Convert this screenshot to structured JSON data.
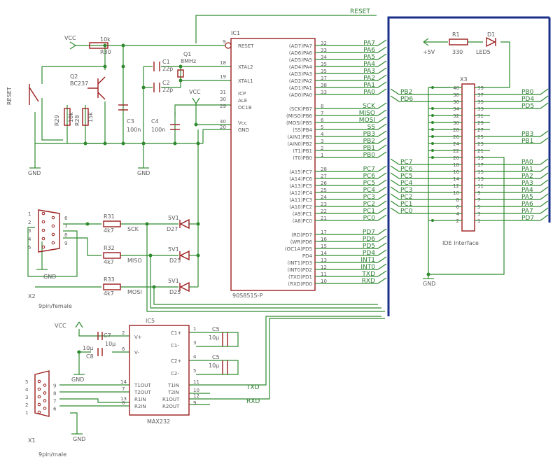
{
  "texts": {
    "reset_net": "RESET",
    "vcc_top": "VCC",
    "r30_val": "10k",
    "r30_name": "R30",
    "ic1_name": "IC1",
    "reset_pin": "RESET",
    "xtal2": "XTAL2",
    "xtal1": "XTAL1",
    "icp": "ICP",
    "ale": "ALE",
    "oc1b": "OC1B",
    "vcc_pin": "Vcc",
    "gnd_pin": "GND",
    "c1": "C1",
    "c1_val": "22p",
    "c2": "C2",
    "c2_val": "22p",
    "q1": "Q1",
    "q1_val": "8MHz",
    "vcc_mid": "VCC",
    "reset_btn": "RESET",
    "q2": "Q2",
    "q2_val": "BC237",
    "r29": "R29",
    "r29_val": "10k",
    "r28": "R28",
    "r28_val": "15k",
    "c3": "C3",
    "c3_val": "100n",
    "c4": "C4",
    "c4_val": "100n",
    "gnd1": "GND",
    "gnd2": "GND",
    "mcu_part": "90S8515-P",
    "r1": "R1",
    "r1_val": "330",
    "d1": "D1",
    "d1_val": "LED5",
    "plus5v": "+5V",
    "x3": "X3",
    "ide_label": "IDE Interface",
    "gnd3": "GND",
    "r31": "R31",
    "r31_val": "4k7",
    "r32": "R32",
    "r32_val": "4k7",
    "r33": "R33",
    "r33_val": "4k7",
    "sck": "SCK",
    "miso": "MISO",
    "mosi": "MOSI",
    "d27": "D27",
    "d27_val": "5V1",
    "d25a": "D25",
    "d25a_val": "5V1",
    "d25b": "D25",
    "d25b_val": "5V1",
    "x2": "X2",
    "x2_desc": "9pin/female",
    "gnd_x2": "GND",
    "ic5": "IC5",
    "max232": "MAX232",
    "vcc_low": "VCC",
    "c7": "C7",
    "c7_val": "10µ",
    "c8": "C8",
    "c8_val": "10µ",
    "c5a": "C5",
    "c5a_val": "10µ",
    "c5b": "C5",
    "c5b_val": "10µ",
    "gnd_c8": "GND",
    "x1": "X1",
    "x1_desc": "9pin/male",
    "gnd_x1": "GND",
    "txd_net": "TXD",
    "rxd_net": "RXD",
    "vplus": "V+",
    "vminus": "V-",
    "c1plus": "C1+",
    "c1minus": "C1-",
    "c2plus": "C2+",
    "c2minus": "C2-",
    "t1out": "T1OUT",
    "t2out": "T2OUT",
    "r1in": "R1IN",
    "r2in": "R2IN",
    "t1in": "T1IN",
    "t2in": "T2IN",
    "r1out": "R1OUT",
    "r2out": "R2OUT",
    "pin_9": "9",
    "pin_18": "18",
    "pin_19": "19",
    "pin_31": "31",
    "pin_30": "30",
    "pin_29": "29",
    "pin_40": "40",
    "pin_20": "20",
    "ic5_p2": "2",
    "ic5_p6": "6",
    "ic5_p1": "1",
    "ic5_p3": "3",
    "ic5_p4": "4",
    "ic5_p5": "5",
    "ic5_p14": "14",
    "ic5_p7": "7",
    "ic5_p13": "13",
    "ic5_p8": "8",
    "ic5_p11": "11",
    "ic5_p10": "10",
    "ic5_p12": "12",
    "ic5_p9": "9"
  },
  "mcu_right_pins": [
    {
      "label": "(AD7)PA7",
      "num": "32",
      "net": "PA7"
    },
    {
      "label": "(AD6)PA6",
      "num": "33",
      "net": "PA6"
    },
    {
      "label": "(AD5)PA5",
      "num": "34",
      "net": "PA5"
    },
    {
      "label": "(AD4)PA4",
      "num": "35",
      "net": "PA4"
    },
    {
      "label": "(AD3)PA3",
      "num": "35",
      "net": "PA3"
    },
    {
      "label": "(AD2)PA2",
      "num": "37",
      "net": "PA2"
    },
    {
      "label": "(AD1)PA1",
      "num": "38",
      "net": "PA1"
    },
    {
      "label": "(AD0)PA0",
      "num": "33",
      "net": "PA0"
    },
    {
      "label": "(SCK)PB7",
      "num": "8",
      "net": "SCK"
    },
    {
      "label": "(MISO)PB6",
      "num": "7",
      "net": "MISO"
    },
    {
      "label": "(MOSI)PB5",
      "num": "6",
      "net": "MOSI"
    },
    {
      "label": "(SS)PB4",
      "num": "5",
      "net": "SS"
    },
    {
      "label": "(AIN1)PB3",
      "num": "4",
      "net": "PB3"
    },
    {
      "label": "(AIN0)PB2",
      "num": "3",
      "net": "PB2"
    },
    {
      "label": "(T1)PB1",
      "num": "2",
      "net": "PB1"
    },
    {
      "label": "(T0)PB0",
      "num": "1",
      "net": "PB0"
    },
    {
      "label": "(A15)PC7",
      "num": "28",
      "net": "PC7"
    },
    {
      "label": "(A14)PC6",
      "num": "27",
      "net": "PC6"
    },
    {
      "label": "(A13)PC5",
      "num": "26",
      "net": "PC5"
    },
    {
      "label": "(A12)PC4",
      "num": "25",
      "net": "PC4"
    },
    {
      "label": "(A11)PC3",
      "num": "24",
      "net": "PC3"
    },
    {
      "label": "(A10)PC2",
      "num": "23",
      "net": "PC2"
    },
    {
      "label": "(A9)PC1",
      "num": "22",
      "net": "PC1"
    },
    {
      "label": "(A8)PC0",
      "num": "21",
      "net": "PC0"
    },
    {
      "label": "(RD)PD7",
      "num": "17",
      "net": "PD7"
    },
    {
      "label": "(WR)PD6",
      "num": "16",
      "net": "PD6"
    },
    {
      "label": "(OC1A)PD5",
      "num": "15",
      "net": "PD5"
    },
    {
      "label": "PD4",
      "num": "14",
      "net": "PD4"
    },
    {
      "label": "(INT1)PD3",
      "num": "13",
      "net": "INT1"
    },
    {
      "label": "(INT0)PD2",
      "num": "12",
      "net": "INT0"
    },
    {
      "label": "(TXD)PD1",
      "num": "11",
      "net": "TXD"
    },
    {
      "label": "(RXD)PD0",
      "num": "10",
      "net": "RXD"
    }
  ],
  "ide_rows": [
    {
      "left_net": "",
      "lpin": "40",
      "rpin": "39",
      "right_net": ""
    },
    {
      "left_net": "PB2",
      "lpin": "38",
      "rpin": "37",
      "right_net": "PB0"
    },
    {
      "left_net": "PD6",
      "lpin": "36",
      "rpin": "35",
      "right_net": "PD4"
    },
    {
      "left_net": "",
      "lpin": "34",
      "rpin": "33",
      "right_net": "PD5"
    },
    {
      "left_net": "",
      "lpin": "32",
      "rpin": "31",
      "right_net": ""
    },
    {
      "left_net": "",
      "lpin": "30",
      "rpin": "29",
      "right_net": ""
    },
    {
      "left_net": "",
      "lpin": "28",
      "rpin": "27",
      "right_net": ""
    },
    {
      "left_net": "",
      "lpin": "26",
      "rpin": "25",
      "right_net": "PB3"
    },
    {
      "left_net": "",
      "lpin": "24",
      "rpin": "23",
      "right_net": "PB1"
    },
    {
      "left_net": "",
      "lpin": "22",
      "rpin": "21",
      "right_net": ""
    },
    {
      "left_net": "",
      "lpin": "20",
      "rpin": "19",
      "right_net": ""
    },
    {
      "left_net": "PC7",
      "lpin": "18",
      "rpin": "17",
      "right_net": "PA0"
    },
    {
      "left_net": "PC6",
      "lpin": "16",
      "rpin": "15",
      "right_net": "PA1"
    },
    {
      "left_net": "PC5",
      "lpin": "14",
      "rpin": "13",
      "right_net": "PA2"
    },
    {
      "left_net": "PC4",
      "lpin": "12",
      "rpin": "11",
      "right_net": "PA3"
    },
    {
      "left_net": "PC3",
      "lpin": "10",
      "rpin": "9",
      "right_net": "PA4"
    },
    {
      "left_net": "PC2",
      "lpin": "8",
      "rpin": "7",
      "right_net": "PA5"
    },
    {
      "left_net": "PC1",
      "lpin": "6",
      "rpin": "5",
      "right_net": "PA6"
    },
    {
      "left_net": "PC0",
      "lpin": "4",
      "rpin": "3",
      "right_net": "PA7"
    },
    {
      "left_net": "",
      "lpin": "2",
      "rpin": "1",
      "right_net": "PD7"
    }
  ],
  "x2_pins": [
    "1",
    "6",
    "2",
    "7",
    "3",
    "8",
    "4",
    "9",
    "5"
  ],
  "x1_pins": [
    "5",
    "9",
    "4",
    "8",
    "3",
    "7",
    "2",
    "6",
    "1"
  ]
}
